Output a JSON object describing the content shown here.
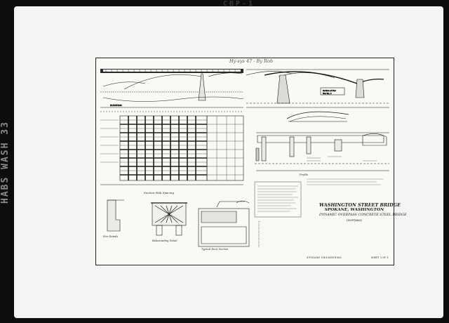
{
  "film_labels": {
    "top": "CBP-1",
    "side": "HABS WASH 33"
  },
  "drawing": {
    "annotation_script": "Hy-sys 47 - By Rob",
    "title_lines": [
      "WASHINGTON STREET BRIDGE",
      "SPOKANE, WASHINGTON",
      "DYNAMIC OVERPASS CONCRETE STEEL BRIDGE",
      "(overpass)"
    ],
    "section_captions": {
      "deck_plan": "Section Slab Spacing",
      "pier_detail": "Pier Details",
      "railing": "Balustrading Detail",
      "typical": "Typical Deck Section",
      "profile": "Profile"
    },
    "maker": "SPOKANE ENGINEERING",
    "sheet_number": "SHEET 1 OF 2"
  }
}
